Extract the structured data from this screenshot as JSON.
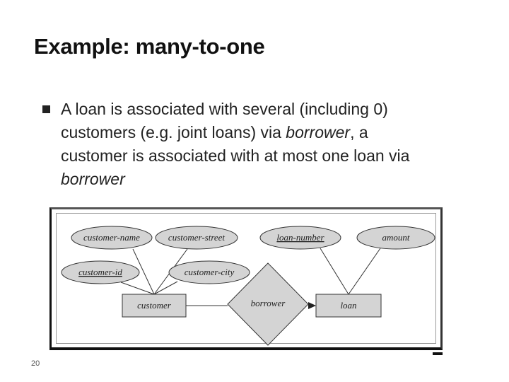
{
  "slide": {
    "title": "Example: many-to-one",
    "bullet": {
      "text_1": "A loan is associated with several (including 0) customers (e.g. joint loans) via ",
      "italic_1": "borrower",
      "text_2": ", a customer is associated with at most one loan via ",
      "italic_2": "borrower"
    },
    "slide_number": "20"
  },
  "diagram": {
    "attributes": [
      {
        "id": "customer-name",
        "label": "customer-name",
        "underline": false
      },
      {
        "id": "customer-street",
        "label": "customer-street",
        "underline": false
      },
      {
        "id": "customer-id",
        "label": "customer-id",
        "underline": true
      },
      {
        "id": "customer-city",
        "label": "customer-city",
        "underline": false
      },
      {
        "id": "loan-number",
        "label": "loan-number",
        "underline": true
      },
      {
        "id": "amount",
        "label": "amount",
        "underline": false
      }
    ],
    "entities": [
      {
        "id": "customer",
        "label": "customer"
      },
      {
        "id": "loan",
        "label": "loan"
      }
    ],
    "relationship": {
      "id": "borrower",
      "label": "borrower"
    },
    "colors": {
      "fill": "#d4d4d4",
      "stroke": "#333333",
      "text": "#222222"
    }
  }
}
